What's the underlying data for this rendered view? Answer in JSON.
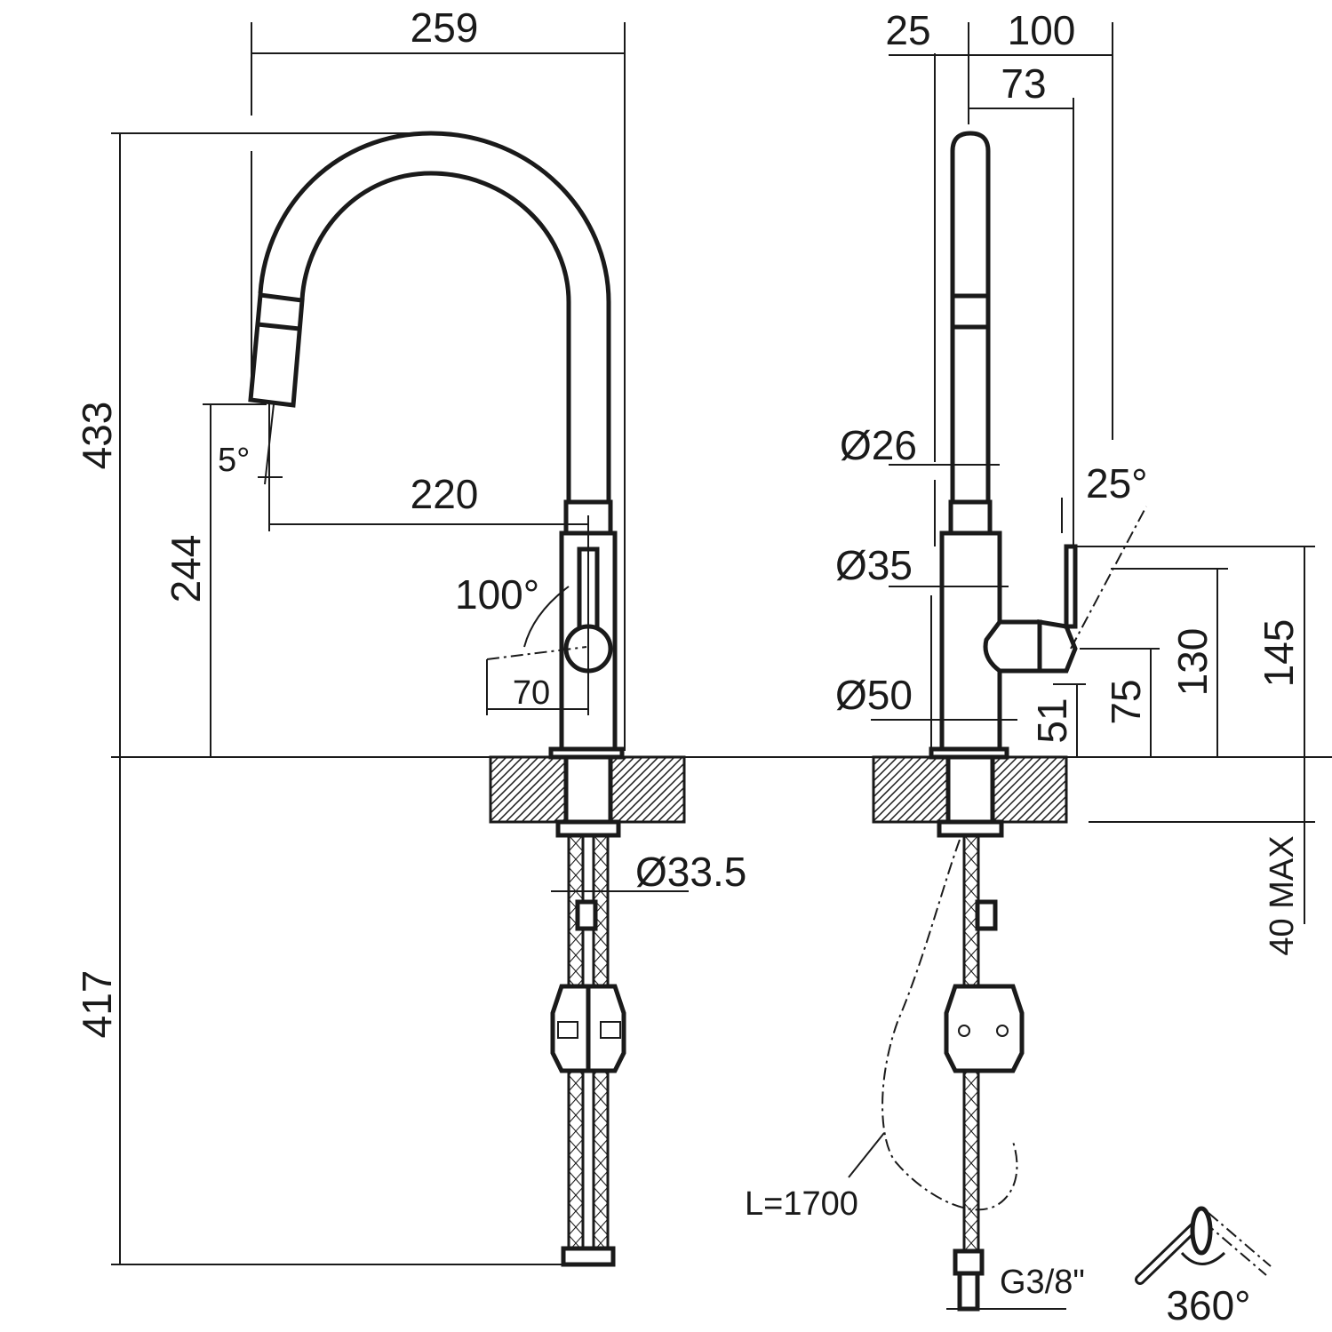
{
  "left_view": {
    "width_overall": "259",
    "height_overall": "433",
    "spout_outlet_height": "244",
    "nozzle_angle": "5°",
    "spout_reach": "220",
    "handle_angle": "100°",
    "handle_reach": "70",
    "below_counter_length": "417",
    "shank_diameter": "Ø33.5"
  },
  "right_view": {
    "offset_front": "25",
    "depth_overall": "100",
    "depth_handle": "73",
    "spout_diameter": "Ø26",
    "upper_body_diameter": "Ø35",
    "base_diameter": "Ø50",
    "handle_angle": "25°",
    "dim_51": "51",
    "dim_75": "75",
    "dim_130": "130",
    "dim_145": "145",
    "counter_thickness": "40 MAX",
    "hose_length": "L=1700",
    "connection": "G3/8\"",
    "rotation": "360°"
  }
}
